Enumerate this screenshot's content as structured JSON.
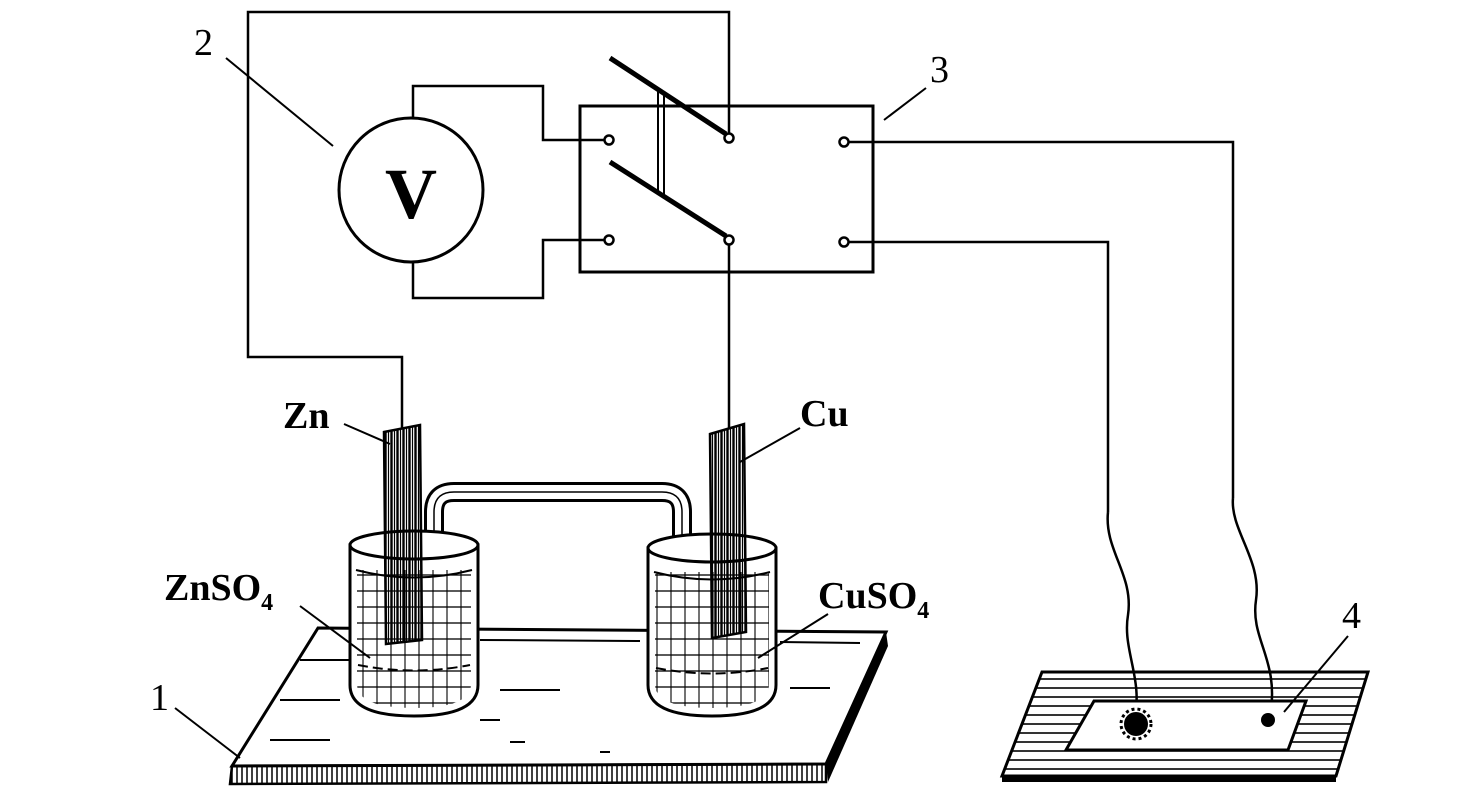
{
  "labels": {
    "item_1": "1",
    "item_2": "2",
    "item_3": "3",
    "item_4": "4",
    "zinc": "Zn",
    "copper": "Cu",
    "zinc_sulfate": "ZnSO",
    "copper_sulfate": "CuSO",
    "subscript": "4"
  },
  "voltmeter_symbol": "V",
  "colors": {
    "ink": "#000000",
    "paper": "#ffffff"
  }
}
